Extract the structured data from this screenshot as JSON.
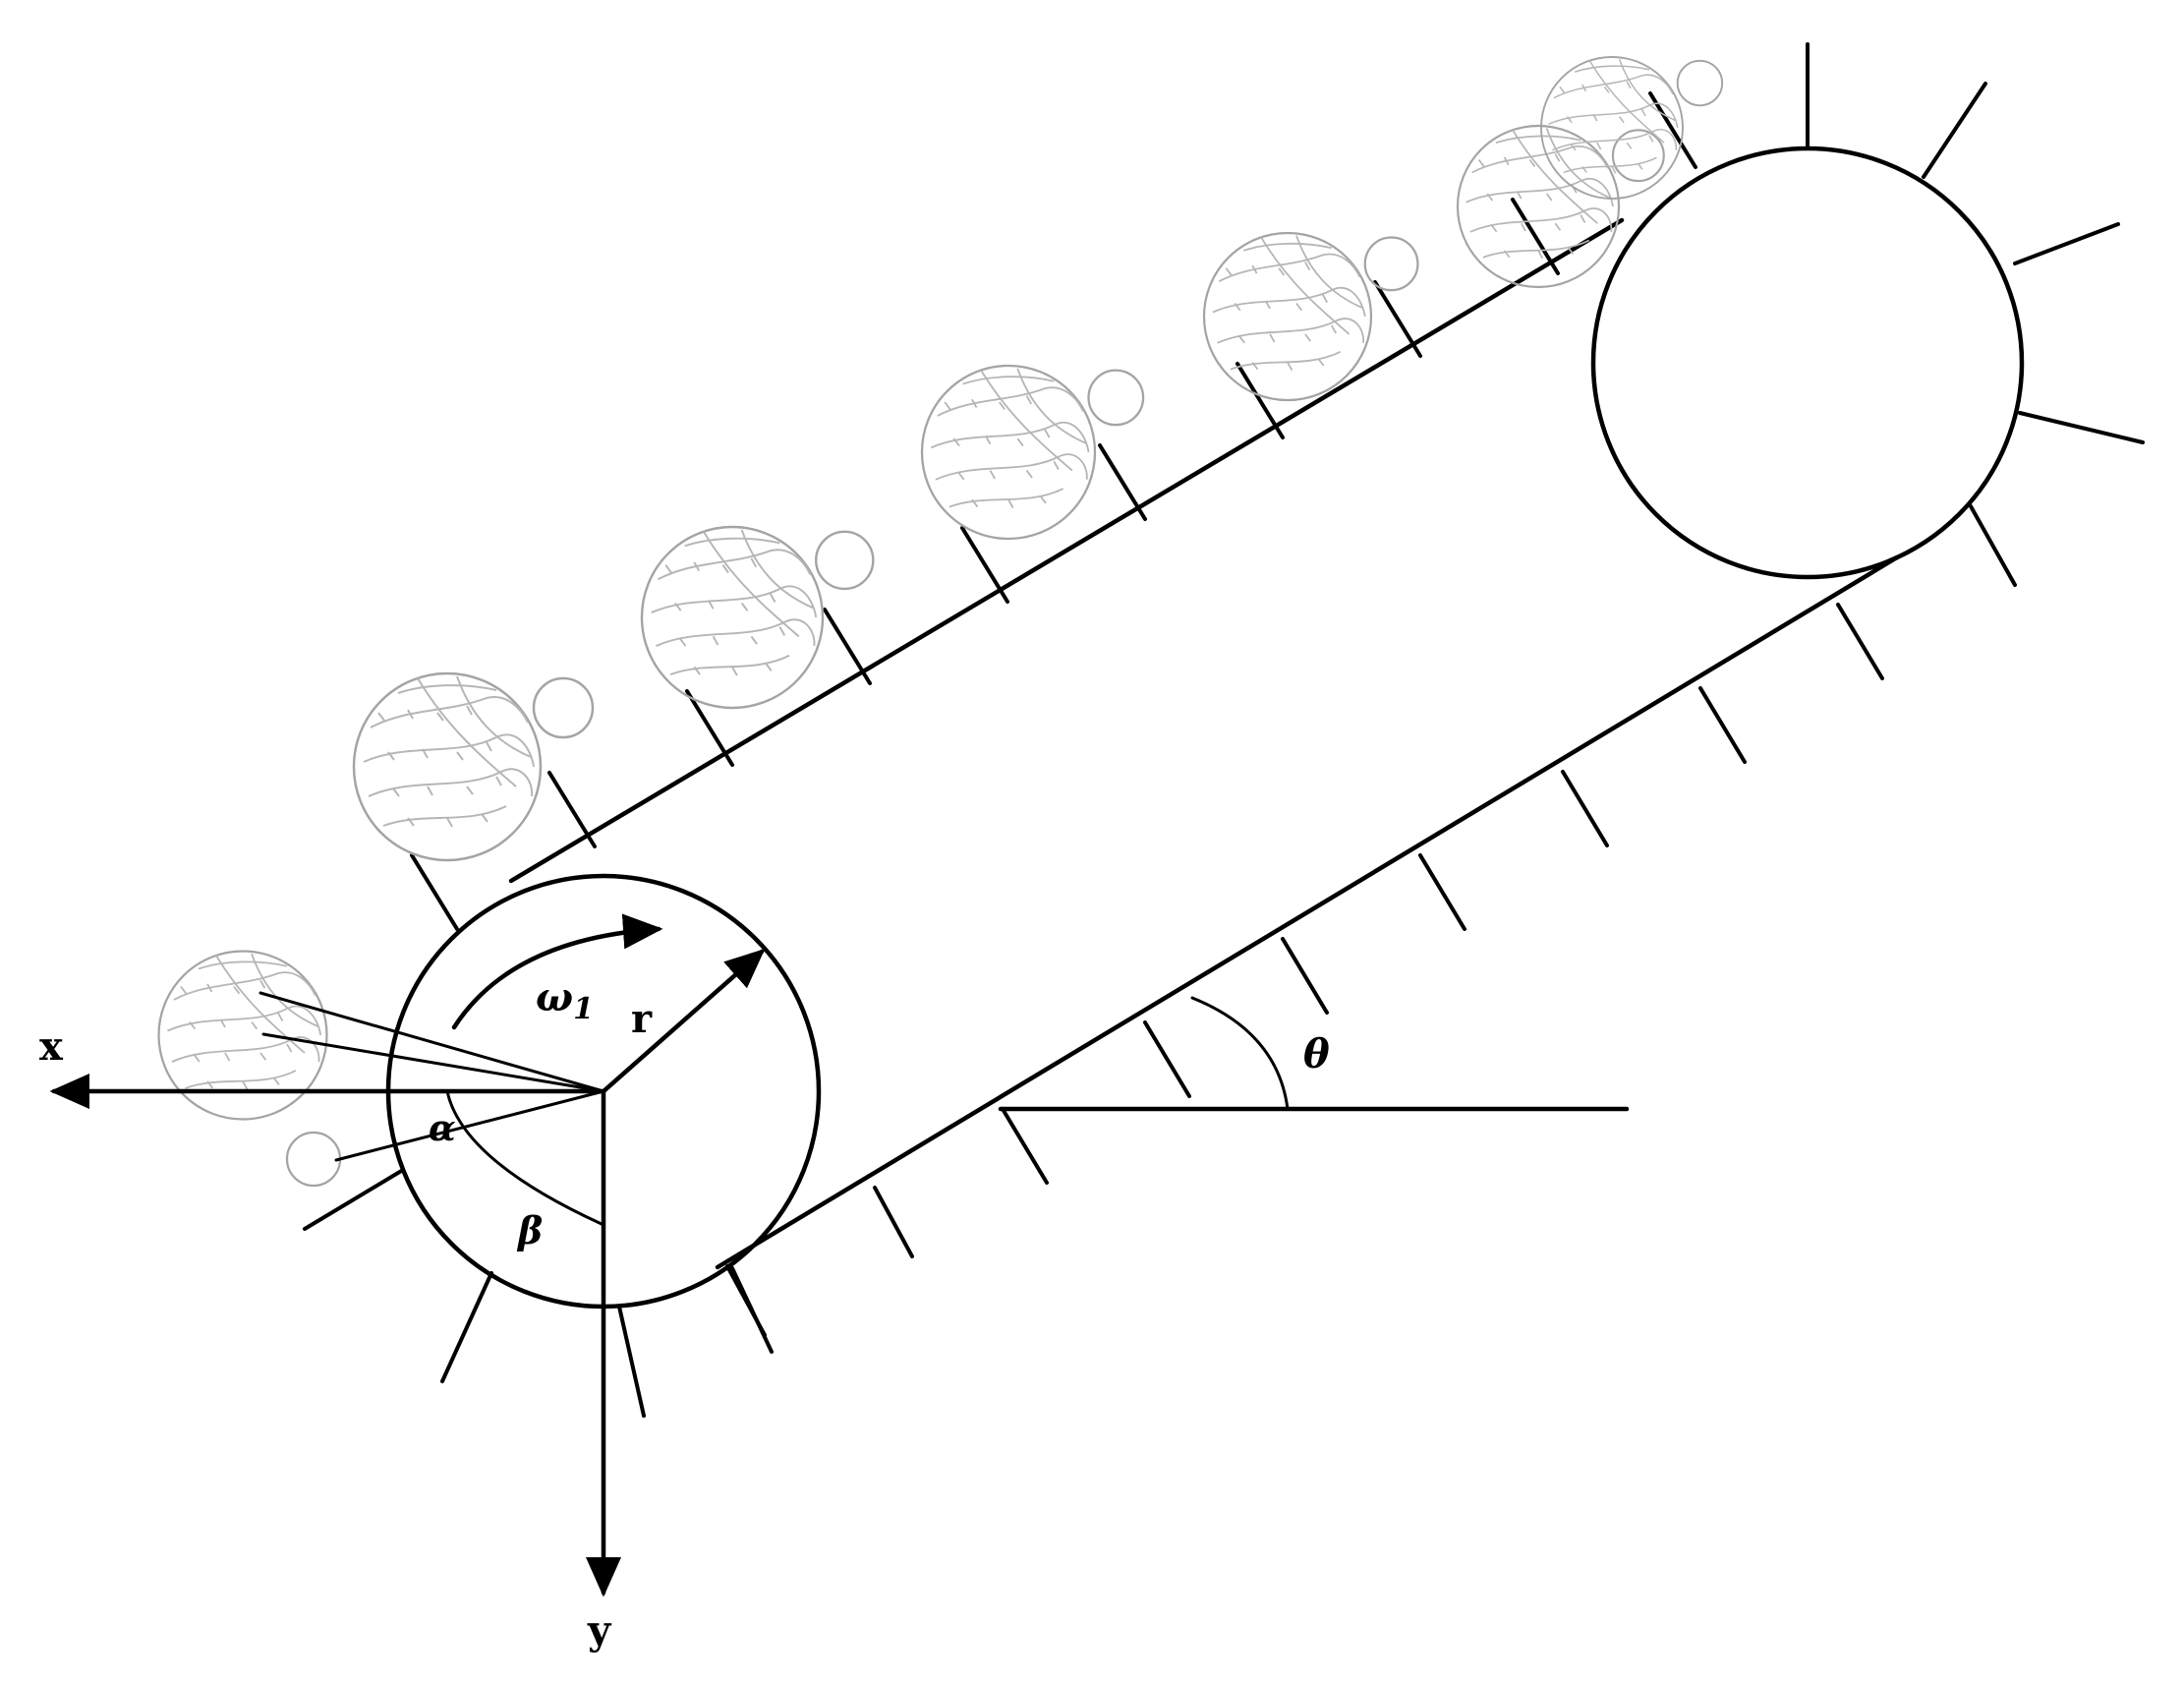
{
  "labels": {
    "x_axis": "x",
    "y_axis": "y",
    "omega": "ω",
    "omega_sub": "1",
    "radius": "r",
    "alpha": "α",
    "beta": "β",
    "theta": "θ"
  },
  "colors": {
    "line": "#000000",
    "fruit_sketch": "#a4a4a4",
    "background": "#ffffff"
  },
  "elements": {
    "upper_fruit_count": 6,
    "fruit_icon_name": "watermelon-sketch-icon"
  }
}
